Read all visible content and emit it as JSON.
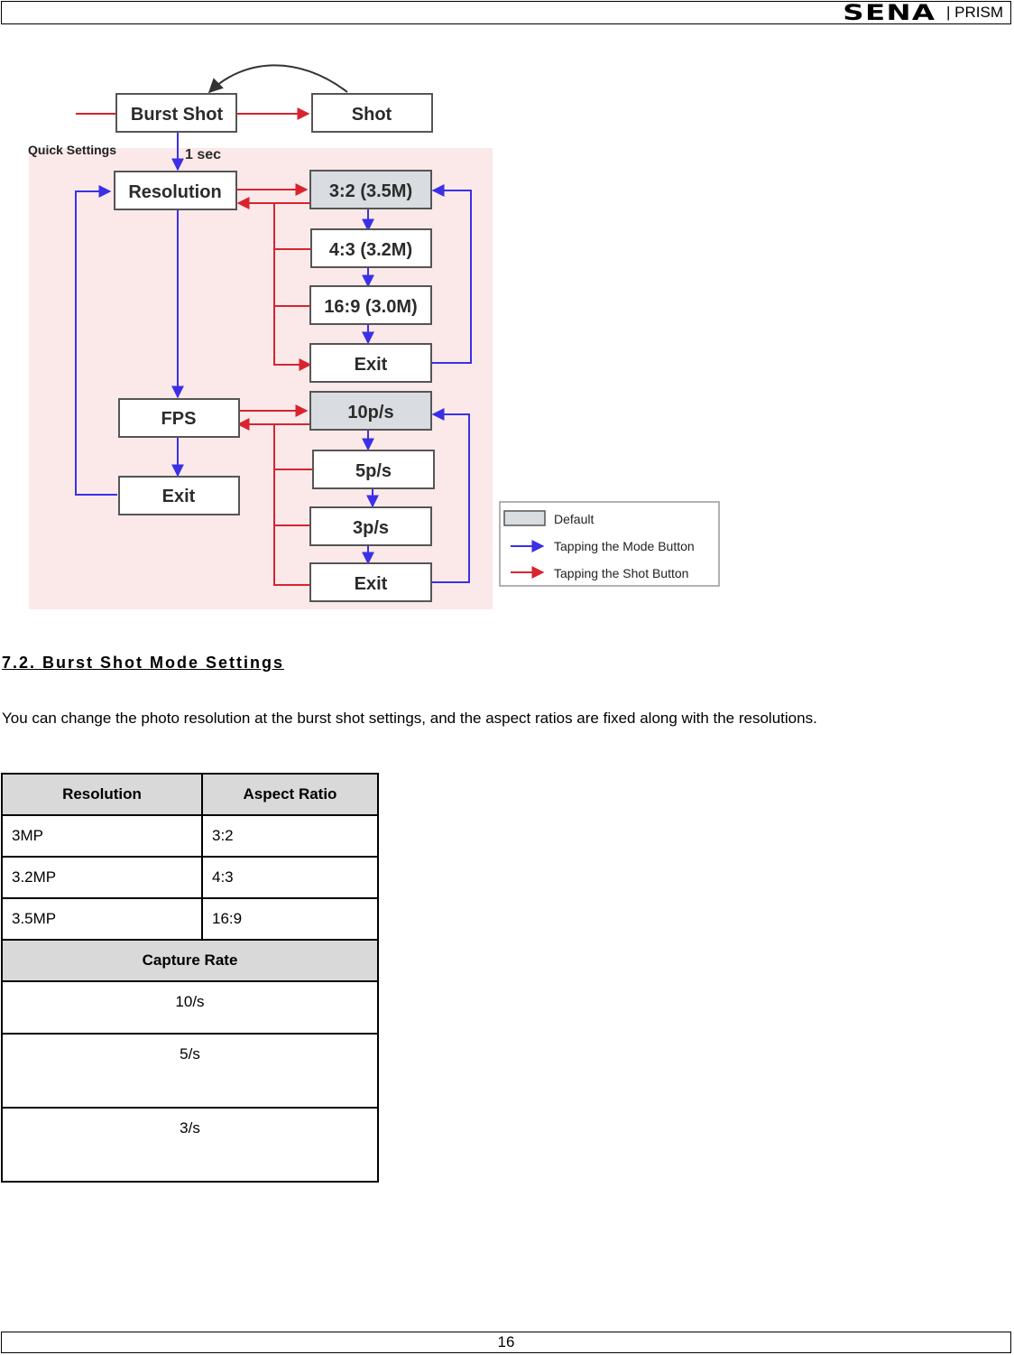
{
  "header": {
    "brand_logo": "SENA",
    "brand_product": "| PRISM"
  },
  "diagram": {
    "side_label": "Quick Settings",
    "delay_label": "1 sec",
    "nodes": {
      "burst_shot": "Burst Shot",
      "shot": "Shot",
      "resolution": "Resolution",
      "res_32": "3:2 (3.5M)",
      "res_43": "4:3 (3.2M)",
      "res_169": "16:9 (3.0M)",
      "res_exit": "Exit",
      "fps": "FPS",
      "fps_10": "10p/s",
      "fps_5": "5p/s",
      "fps_3": "3p/s",
      "fps_exit": "Exit",
      "main_exit": "Exit"
    },
    "legend": {
      "default": "Default",
      "mode": "Tapping the Mode Button",
      "shot": "Tapping the Shot Button"
    },
    "colors": {
      "mode_arrow": "#3b30e6",
      "shot_arrow": "#d9232e",
      "panel": "#fbe9ea",
      "default_box": "#d9dce0"
    }
  },
  "section": {
    "title": "7.2. Burst Shot Mode Settings",
    "body": "You can change the photo resolution at the burst shot settings, and the aspect ratios are fixed along with the resolutions."
  },
  "table": {
    "headers": [
      "Resolution",
      "Aspect Ratio"
    ],
    "rows": [
      {
        "resolution": "3MP",
        "ratio": "3:2"
      },
      {
        "resolution": "3.2MP",
        "ratio": "4:3"
      },
      {
        "resolution": "3.5MP",
        "ratio": "16:9"
      }
    ],
    "capture_header": "Capture Rate",
    "capture_rates": [
      "10/s",
      "5/s",
      "3/s"
    ]
  },
  "footer": {
    "page_number": "16"
  }
}
